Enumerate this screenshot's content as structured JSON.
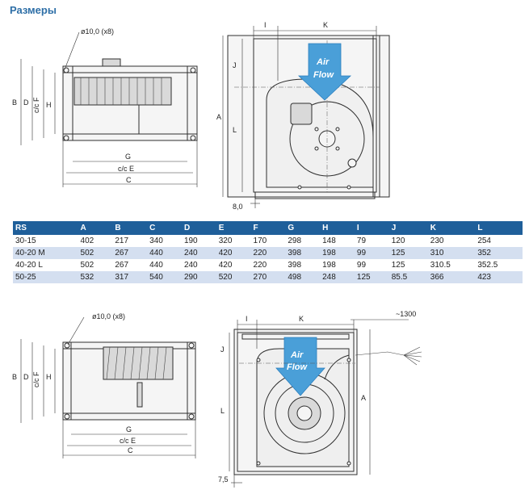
{
  "title": "Размеры",
  "airflow_label_1": "Air",
  "airflow_label_2": "Flow",
  "drawing_top": {
    "hole_note": "ø10,0 (x8)",
    "dims_side": [
      "B",
      "D",
      "H",
      "c/c F"
    ],
    "dims_bottom": [
      "G",
      "c/c E",
      "C"
    ],
    "dims_front": [
      "I",
      "K",
      "J",
      "A",
      "L",
      "8,0"
    ]
  },
  "drawing_bottom": {
    "hole_note": "ø10,0 (x8)",
    "dims_side": [
      "B",
      "D",
      "H",
      "c/c F"
    ],
    "dims_bottom": [
      "G",
      "c/c E",
      "C"
    ],
    "dims_front": [
      "I",
      "K",
      "J",
      "A",
      "L",
      "7,5",
      "~1300"
    ]
  },
  "table": {
    "headers": [
      "RS",
      "A",
      "B",
      "C",
      "D",
      "E",
      "F",
      "G",
      "H",
      "I",
      "J",
      "K",
      "L"
    ],
    "rows": [
      [
        "30-15",
        "402",
        "217",
        "340",
        "190",
        "320",
        "170",
        "298",
        "148",
        "79",
        "120",
        "230",
        "254"
      ],
      [
        "40-20 M",
        "502",
        "267",
        "440",
        "240",
        "420",
        "220",
        "398",
        "198",
        "99",
        "125",
        "310",
        "352"
      ],
      [
        "40-20 L",
        "502",
        "267",
        "440",
        "240",
        "420",
        "220",
        "398",
        "198",
        "99",
        "125",
        "310.5",
        "352.5"
      ],
      [
        "50-25",
        "532",
        "317",
        "540",
        "290",
        "520",
        "270",
        "498",
        "248",
        "125",
        "85.5",
        "366",
        "423"
      ]
    ]
  },
  "colors": {
    "accent": "#2e6fa7",
    "table_header": "#1f5f9a",
    "table_alt_row": "#d4dff0",
    "airflow_arrow": "#4a9fd8"
  }
}
